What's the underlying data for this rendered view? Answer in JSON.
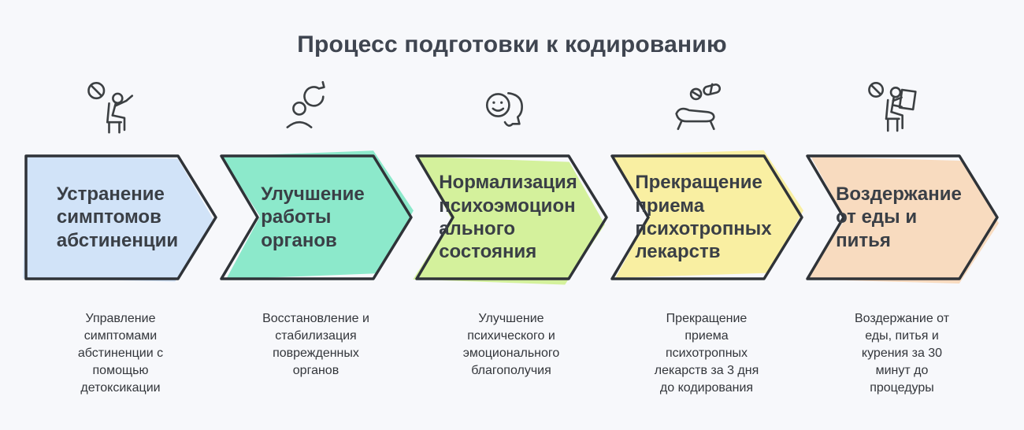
{
  "title": "Процесс подготовки к кодированию",
  "colors": {
    "background": "#f7f8fb",
    "outline": "#2f3338",
    "title_text": "#3f4550",
    "step_title_text": "#3a3f46",
    "description_text": "#33363b"
  },
  "steps": [
    {
      "title": "Устранение\nсимптомов\nабстиненции",
      "description": "Управление\nсимптомами\nабстиненции с\nпомощью\nдетоксикации",
      "color": "#cfe2f8",
      "icon": "no-pills-person-icon"
    },
    {
      "title": "Улучшение\nработы\nорганов",
      "description": "Восстановление и\nстабилизация\nповрежденных\nорганов",
      "color": "#87e8c9",
      "icon": "person-recovery-icon"
    },
    {
      "title": "Нормализация\nпсихоэмоцион\nального\nсостояния",
      "description": "Улучшение\nпсихического и\nэмоционального\nблагополучия",
      "color": "#d2f098",
      "icon": "mind-smile-icon"
    },
    {
      "title": "Прекращение\nприема\nпсихотропных\nлекарств",
      "description": "Прекращение\nприема\nпсихотропных\nлекарств за 3 дня\nдо кодирования",
      "color": "#f9ee9e",
      "icon": "hand-pills-icon"
    },
    {
      "title": "Воздержание\nот еды и\nпитья",
      "description": "Воздержание от\nеды, питья и\nкурения за 30\nминут до\nпроцедуры",
      "color": "#f8dabc",
      "icon": "no-food-person-icon"
    }
  ]
}
